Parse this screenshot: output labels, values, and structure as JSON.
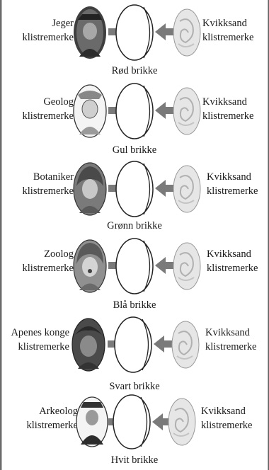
{
  "rows": [
    {
      "sticker_label": "Jeger klistremerke",
      "sticker_line1": "Jeger",
      "sticker_line2": "klistremerke",
      "sticker_icon": "hunter-portrait-icon",
      "sand_line1": "Kvikksand",
      "sand_line2": "klistremerke",
      "token_label": "Rød brikke"
    },
    {
      "sticker_label": "Geolog klistremerke",
      "sticker_line1": "Geolog",
      "sticker_line2": "klistremerke",
      "sticker_icon": "geologist-portrait-icon",
      "sand_line1": "Kvikksand",
      "sand_line2": "klistremerke",
      "token_label": "Gul brikke"
    },
    {
      "sticker_label": "Botaniker klistremerke",
      "sticker_line1": "Botaniker",
      "sticker_line2": "klistremerke",
      "sticker_icon": "botanist-portrait-icon",
      "sand_line1": "Kvikksand",
      "sand_line2": "klistremerke",
      "token_label": "Grønn brikke"
    },
    {
      "sticker_label": "Zoolog klistremerke",
      "sticker_line1": "Zoolog",
      "sticker_line2": "klistremerke",
      "sticker_icon": "zoologist-portrait-icon",
      "sand_line1": "Kvikksand",
      "sand_line2": "klistremerke",
      "token_label": "Blå brikke"
    },
    {
      "sticker_label": "Apenes konge klistremerke",
      "sticker_line1": "Apenes konge",
      "sticker_line2": "klistremerke",
      "sticker_icon": "ape-king-portrait-icon",
      "sand_line1": "Kvikksand",
      "sand_line2": "klistremerke",
      "token_label": "Svart brikke"
    },
    {
      "sticker_label": "Arkeolog klistremerke",
      "sticker_line1": "Arkeolog",
      "sticker_line2": "klistremerke",
      "sticker_icon": "archaeologist-portrait-icon",
      "sand_line1": "Kvikksand",
      "sand_line2": "klistremerke",
      "token_label": "Hvit brikke"
    }
  ],
  "icons": {
    "arrow": "right-arrow-icon",
    "arrow_reverse": "left-arrow-icon",
    "quicksand": "quicksand-swirl-icon",
    "token": "blank-token-icon"
  },
  "colors": {
    "arrow": "#7a7a7a",
    "sticker_dark": "#4a4a4a",
    "sand_light": "#d8d8d8"
  }
}
